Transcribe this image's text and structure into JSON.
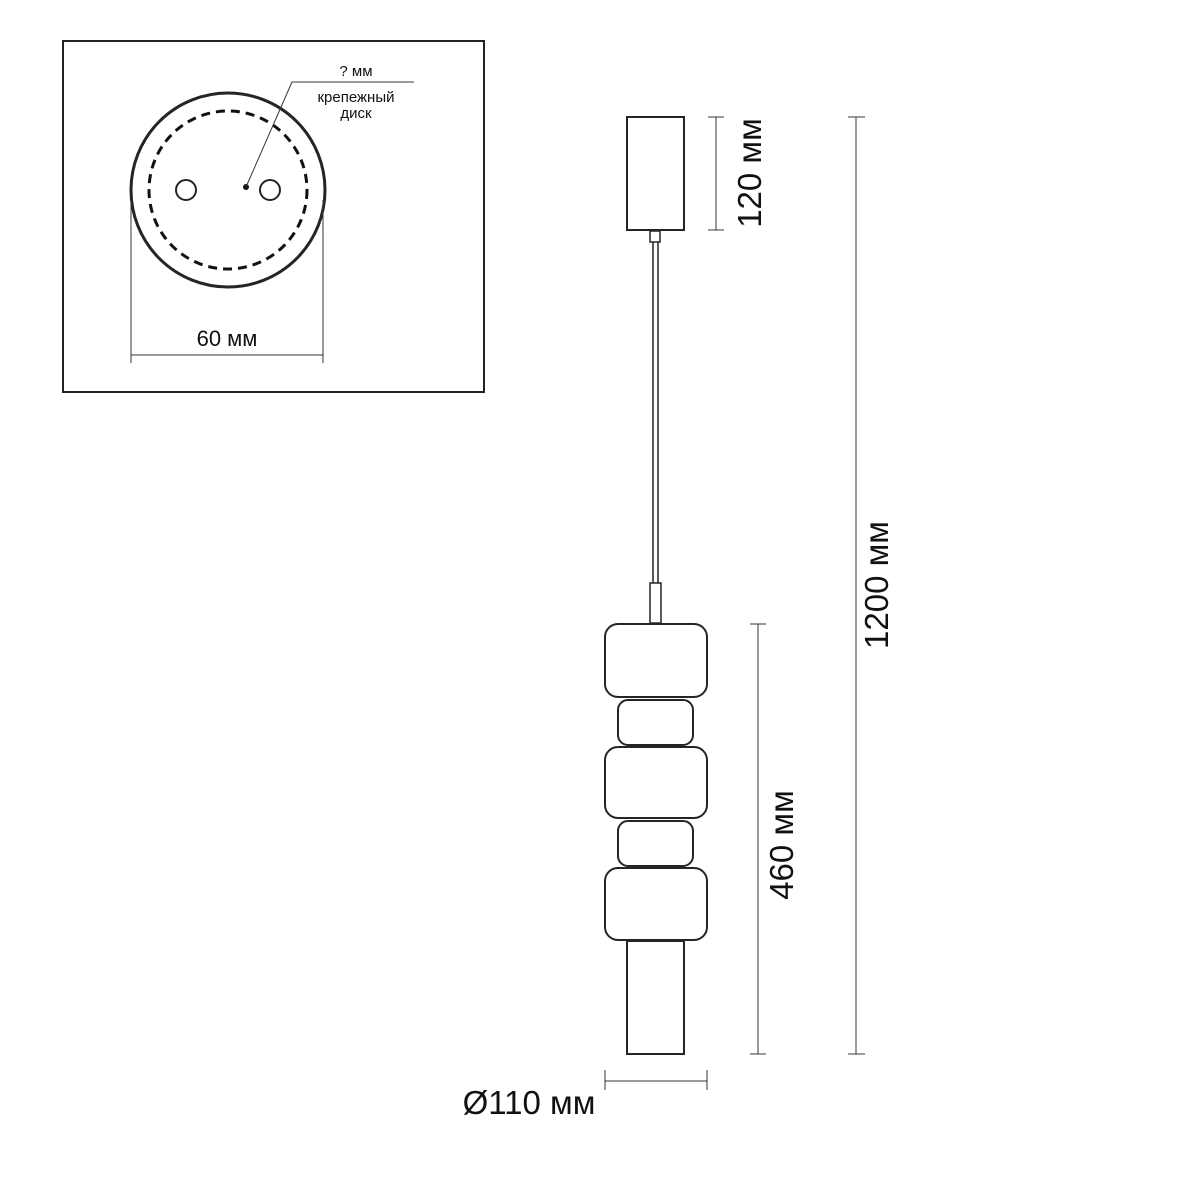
{
  "mount_detail": {
    "leader_label": "? мм",
    "disc_label_line1": "крепежный",
    "disc_label_line2": "диск",
    "diameter_label": "60 мм"
  },
  "dimensions": {
    "canopy_height": "120 мм",
    "total_height": "1200 мм",
    "shade_height": "460 мм",
    "diameter": "Ø110 мм"
  },
  "colors": {
    "line": "#2a2226",
    "text": "#111111",
    "background": "#ffffff"
  }
}
